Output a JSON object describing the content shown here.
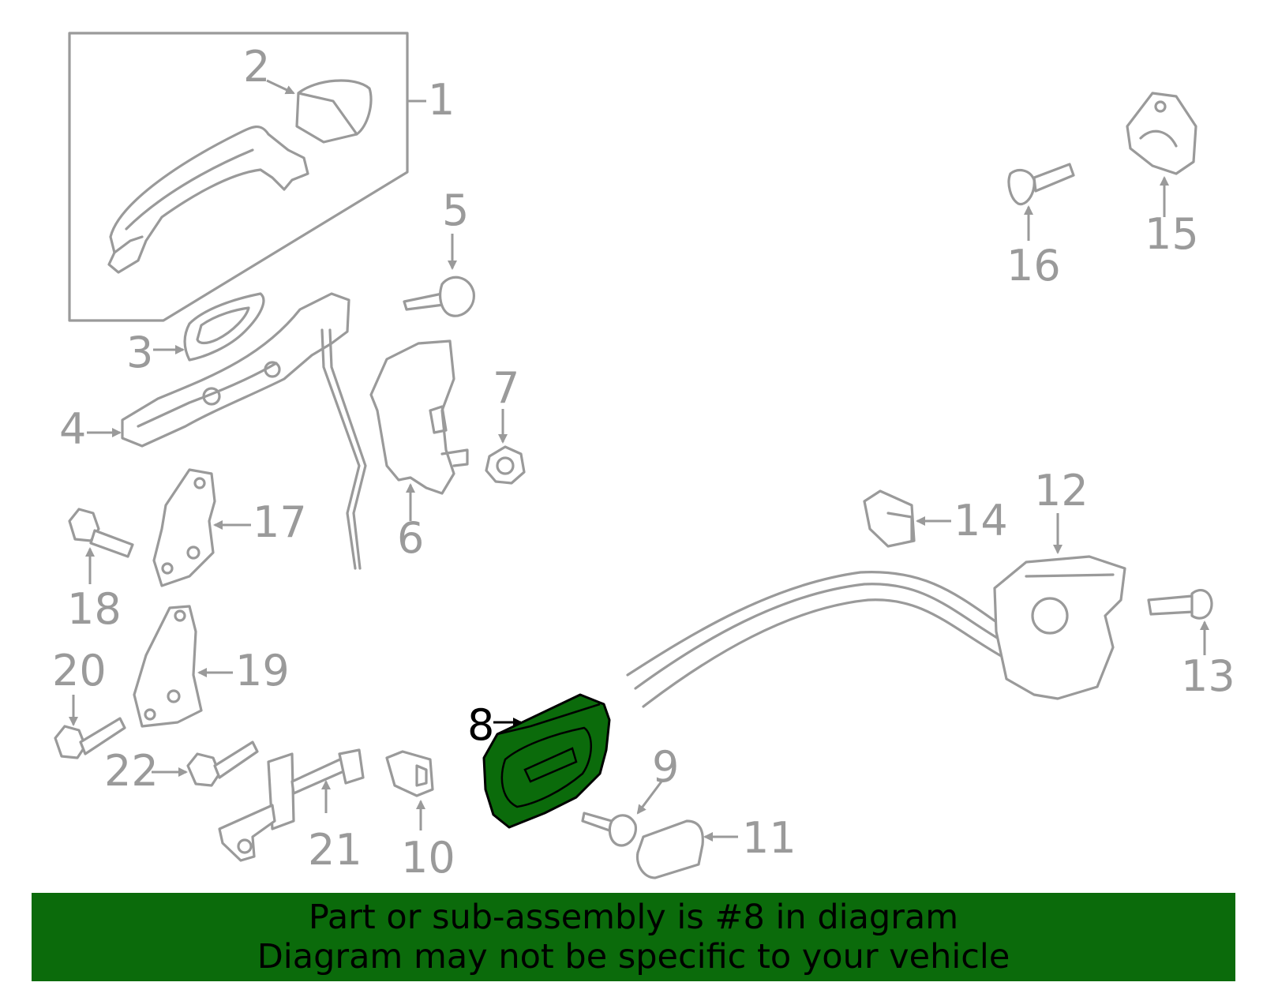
{
  "callouts": [
    "1",
    "2",
    "3",
    "4",
    "5",
    "6",
    "7",
    "8",
    "9",
    "10",
    "11",
    "12",
    "13",
    "14",
    "15",
    "16",
    "17",
    "18",
    "19",
    "20",
    "21",
    "22"
  ],
  "highlight": {
    "part_number": "8",
    "color": "#0b6b0b"
  },
  "banner": {
    "line1": "Part or sub-assembly is #8 in diagram",
    "line2": "Diagram may not be specific to your vehicle",
    "background": "#0b6b0b"
  }
}
